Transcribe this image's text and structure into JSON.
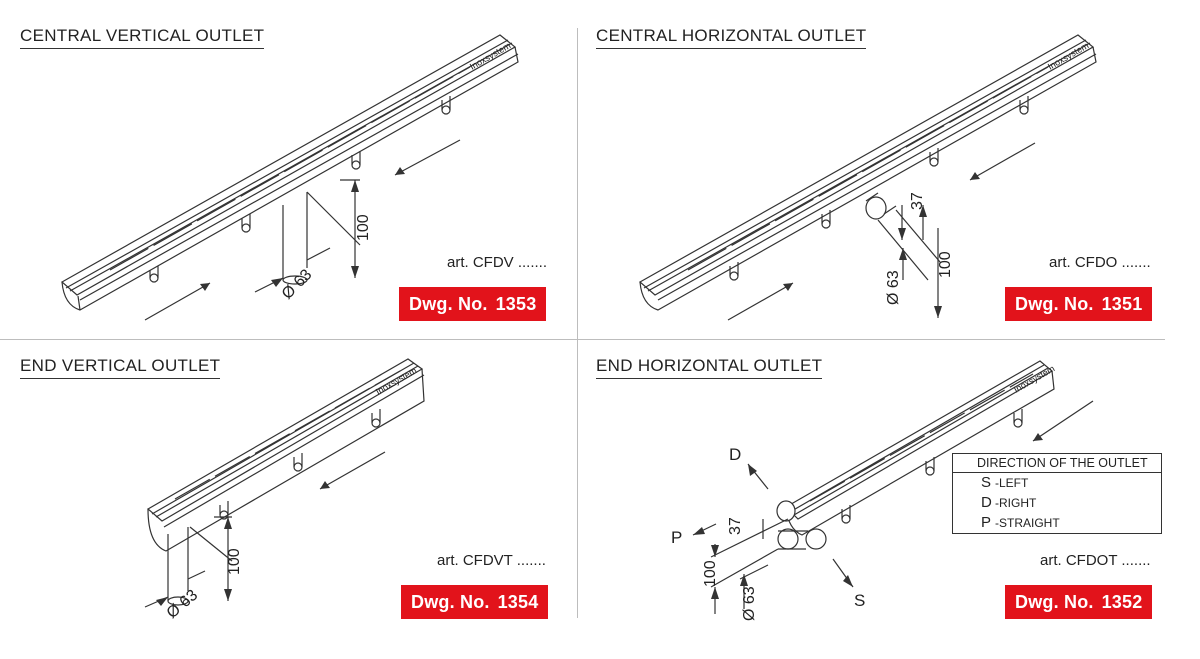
{
  "panels": [
    {
      "title": "CENTRAL VERTICAL OUTLET",
      "art": "art. CFDV .......",
      "dwg_label": "Dwg. No.",
      "dwg_number": "1353",
      "dims": {
        "height": "100",
        "diameter": "Ø 63"
      }
    },
    {
      "title": "CENTRAL HORIZONTAL OUTLET",
      "art": "art. CFDO .......",
      "dwg_label": "Dwg. No.",
      "dwg_number": "1351",
      "dims": {
        "offset": "37",
        "height": "100",
        "diameter": "Ø 63"
      }
    },
    {
      "title": "END VERTICAL OUTLET",
      "art": "art. CFDVT .......",
      "dwg_label": "Dwg. No.",
      "dwg_number": "1354",
      "dims": {
        "height": "100",
        "diameter": "Ø 63"
      }
    },
    {
      "title": "END HORIZONTAL OUTLET",
      "art": "art. CFDOT .......",
      "dwg_label": "Dwg. No.",
      "dwg_number": "1352",
      "dims": {
        "offset": "37",
        "height": "100",
        "diameter": "Ø 63"
      },
      "directions": {
        "d": "D",
        "p": "P",
        "s": "S"
      }
    }
  ],
  "brand_mark": "Inoxsystem",
  "legend": {
    "title": "DIRECTION OF THE OUTLET",
    "rows": [
      {
        "code": "S",
        "text": "-LEFT"
      },
      {
        "code": "D",
        "text": "-RIGHT"
      },
      {
        "code": "P",
        "text": "-STRAIGHT"
      }
    ]
  },
  "colors": {
    "accent": "#e2131b",
    "line": "#333333",
    "divider": "#bdbdbd"
  }
}
